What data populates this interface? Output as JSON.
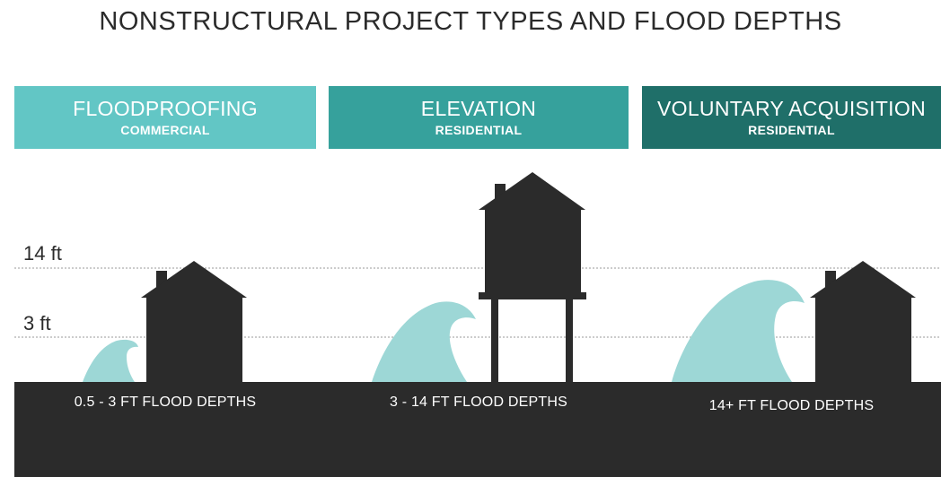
{
  "title": "NONSTRUCTURAL PROJECT TYPES AND FLOOD DEPTHS",
  "colors": {
    "floodproofing": "#62c6c5",
    "elevation": "#36a19c",
    "acquisition": "#1f6f69",
    "wave": "#9dd7d6",
    "house": "#2b2b2b",
    "ground": "#2b2b2b",
    "dotted_line": "#9a9a9a"
  },
  "columns": [
    {
      "title": "FLOODPROOFING",
      "subtitle": "COMMERCIAL",
      "depth_label": "0.5 - 3 FT FLOOD DEPTHS"
    },
    {
      "title": "ELEVATION",
      "subtitle": "RESIDENTIAL",
      "depth_label": "3 - 14 FT FLOOD DEPTHS"
    },
    {
      "title": "VOLUNTARY ACQUISITION",
      "subtitle": "RESIDENTIAL",
      "depth_label": "14+ FT FLOOD DEPTHS"
    }
  ],
  "depth_markers": [
    {
      "label": "14 ft"
    },
    {
      "label": "3 ft"
    }
  ]
}
